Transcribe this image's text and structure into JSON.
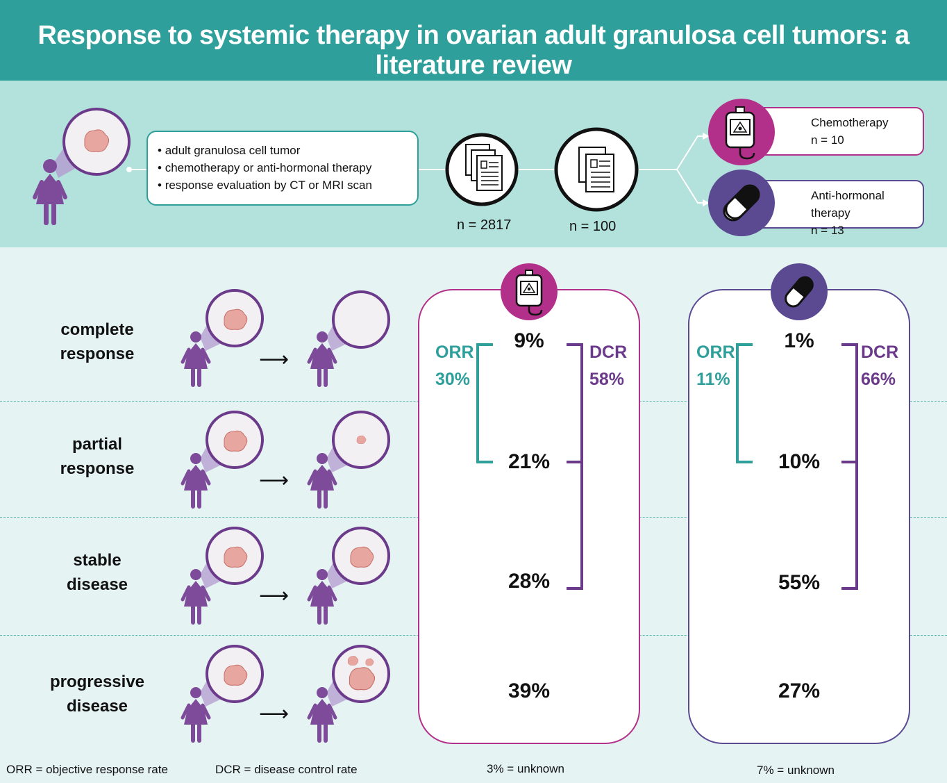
{
  "title": "Response to systemic therapy in ovarian adult granulosa cell tumors: a literature review",
  "criteria": [
    "adult granulosa cell tumor",
    "chemotherapy or anti-hormonal therapy",
    "response evaluation by CT or MRI scan"
  ],
  "screened": "n = 2817",
  "included": "n = 100",
  "therapies": {
    "chemo": {
      "name": "Chemotherapy",
      "n": "n = 10",
      "color": "#b3308a"
    },
    "hormonal": {
      "name": "Anti-hormonal therapy",
      "n": "n = 13",
      "color": "#5b4a92"
    }
  },
  "responses": [
    {
      "l1": "complete",
      "l2": "response"
    },
    {
      "l1": "partial",
      "l2": "response"
    },
    {
      "l1": "stable",
      "l2": "disease"
    },
    {
      "l1": "progressive",
      "l2": "disease"
    }
  ],
  "chemo_results": {
    "cr": "9%",
    "pr": "21%",
    "sd": "28%",
    "pd": "39%",
    "orr_label": "ORR",
    "orr": "30%",
    "dcr_label": "DCR",
    "dcr": "58%",
    "unknown": "3% = unknown"
  },
  "hormonal_results": {
    "cr": "1%",
    "pr": "10%",
    "sd": "55%",
    "pd": "27%",
    "orr_label": "ORR",
    "orr": "11%",
    "dcr_label": "DCR",
    "dcr": "66%",
    "unknown": "7% = unknown"
  },
  "legend": {
    "orr": "ORR = objective response rate",
    "dcr": "DCR = disease control rate"
  },
  "colors": {
    "teal": "#2e9f9a",
    "purple": "#6b3a8a",
    "woman": "#7d4b9a",
    "tumor": "#e8a6a0"
  }
}
